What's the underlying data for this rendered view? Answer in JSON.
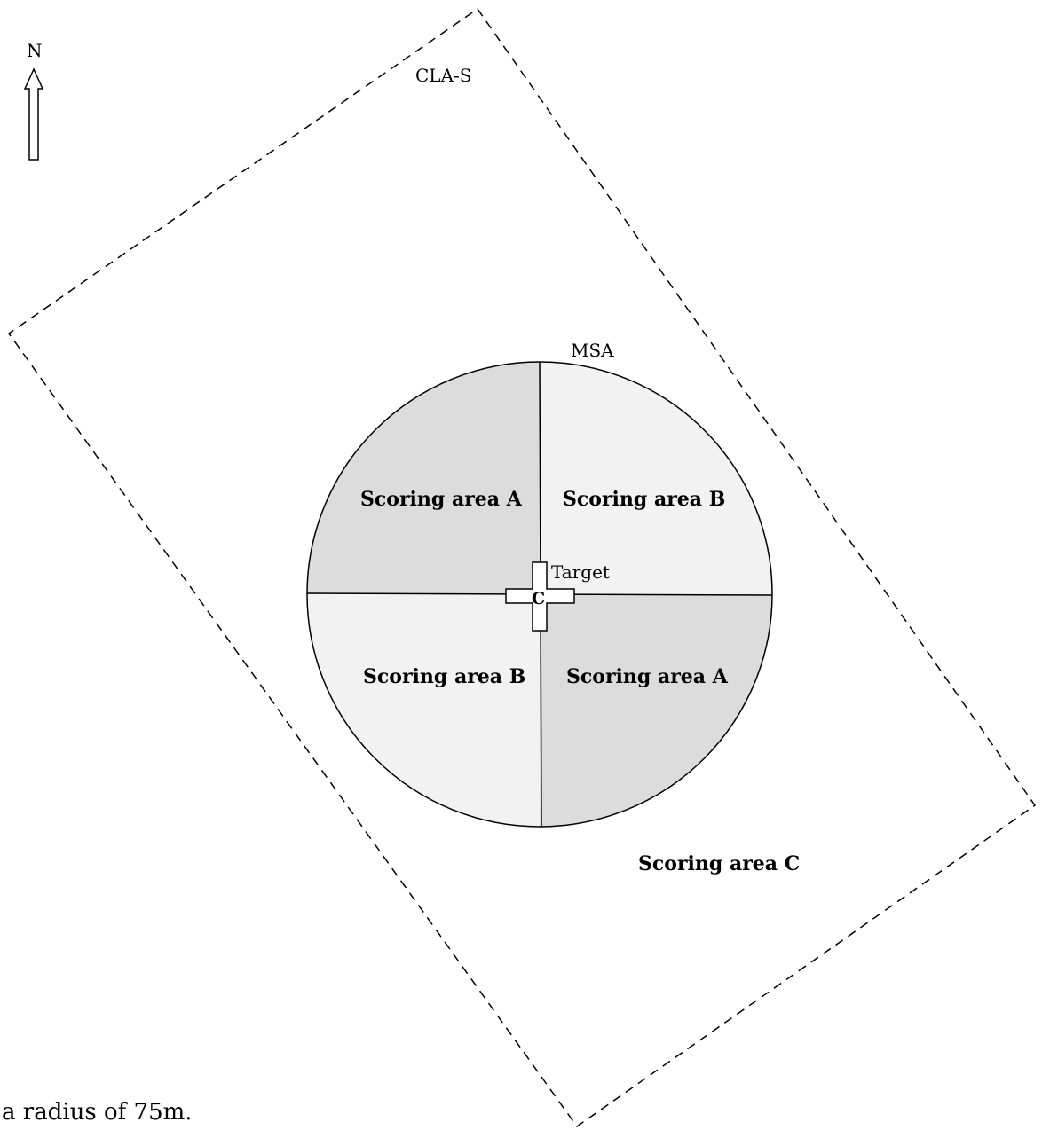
{
  "compass": {
    "label": "N",
    "icon": "north-arrow-icon"
  },
  "labels": {
    "outer_area": "CLA-S",
    "circle_area": "MSA",
    "target": "Target",
    "center_marker": "C",
    "scoring_area_nw": "Scoring area A",
    "scoring_area_ne": "Scoring area B",
    "scoring_area_sw": "Scoring area B",
    "scoring_area_se": "Scoring area A",
    "scoring_area_outer": "Scoring area C"
  },
  "caption": "a radius of 75m.",
  "colors": {
    "scoring_area_a_fill": "#dcdcdc",
    "scoring_area_b_fill": "#f2f2f2",
    "stroke": "#000000"
  }
}
